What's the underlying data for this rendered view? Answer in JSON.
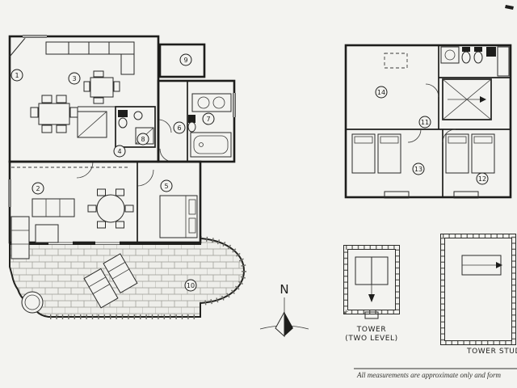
{
  "meta": {
    "type": "architectural-floor-plan-scan"
  },
  "colors": {
    "paper": "#f3f3f0",
    "ink": "#1d1d1b",
    "hatch": "#8b8b85"
  },
  "rooms": [
    {
      "label": "1"
    },
    {
      "label": "2"
    },
    {
      "label": "3"
    },
    {
      "label": "4"
    },
    {
      "label": "5"
    },
    {
      "label": "6"
    },
    {
      "label": "7"
    },
    {
      "label": "8"
    },
    {
      "label": "9"
    },
    {
      "label": "10"
    },
    {
      "label": "11"
    },
    {
      "label": "12"
    },
    {
      "label": "13"
    },
    {
      "label": "14"
    }
  ],
  "north": {
    "label": "N"
  },
  "tower": {
    "name": "TOWER",
    "sub": "(TWO LEVEL)"
  },
  "tower_studio": {
    "name": "TOWER STUDIO"
  },
  "footer": {
    "disclaimer": "All measurements are approximate only and form"
  }
}
